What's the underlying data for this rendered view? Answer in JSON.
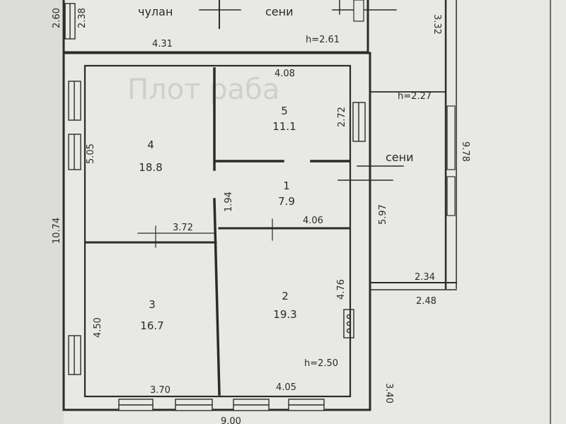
{
  "colors": {
    "paper": "#e9e9e6",
    "ink": "#2b2b2b"
  },
  "watermark": "Плот раба",
  "labels": {
    "chulan": "чулан",
    "seni_top": "сени",
    "seni_right": "сени",
    "h1": "h=2.61",
    "h2": "h=2.27",
    "h3": "h=2.50"
  },
  "rooms": [
    {
      "num": "5",
      "area": "11.1"
    },
    {
      "num": "4",
      "area": "18.8"
    },
    {
      "num": "1",
      "area": "7.9"
    },
    {
      "num": "3",
      "area": "16.7"
    },
    {
      "num": "2",
      "area": "19.3"
    }
  ],
  "dims": {
    "d260": "2.60",
    "d238": "2.38",
    "d431": "4.31",
    "d408": "4.08",
    "d332": "3.32",
    "d272": "2.72",
    "d505": "5.05",
    "d978": "9.78",
    "d194": "1.94",
    "d597": "5.97",
    "d1074": "10.74",
    "d372": "3.72",
    "d406": "4.06",
    "d476": "4.76",
    "d234": "2.34",
    "d248": "2.48",
    "d450": "4.50",
    "d340": "3.40",
    "d370": "3.70",
    "d405": "4.05",
    "d900": "9.00"
  }
}
